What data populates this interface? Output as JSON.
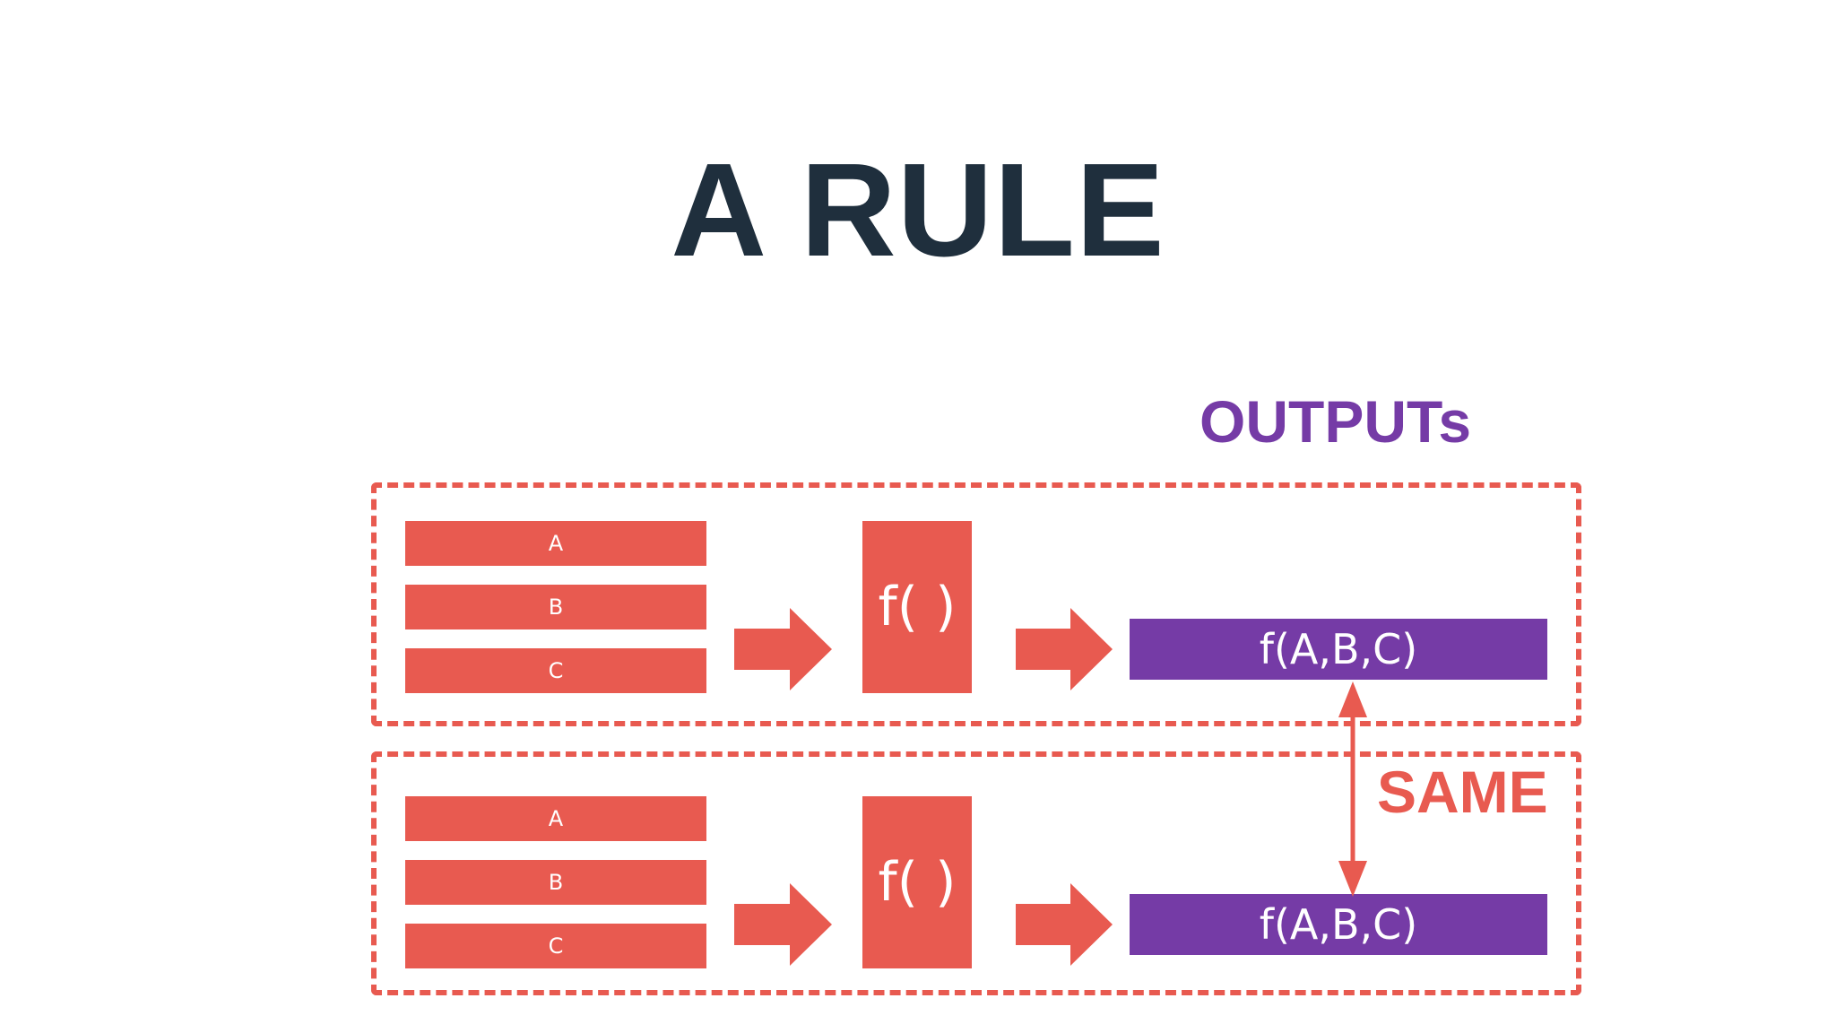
{
  "title": "A RULE",
  "outputs_label": "OUTPUTs",
  "same_label": "SAME",
  "colors": {
    "title": "#1f2f3d",
    "red": "#e85a50",
    "purple": "#753ba6",
    "background": "#ffffff"
  },
  "rows": [
    {
      "inputs": [
        "A",
        "B",
        "C"
      ],
      "function": "f( )",
      "output": "f(A,B,C)"
    },
    {
      "inputs": [
        "A",
        "B",
        "C"
      ],
      "function": "f( )",
      "output": "f(A,B,C)"
    }
  ]
}
